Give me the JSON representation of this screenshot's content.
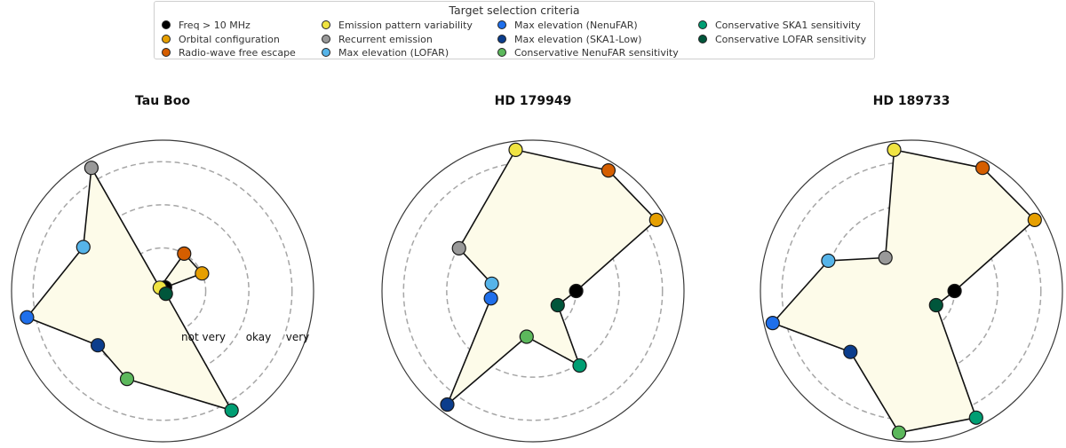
{
  "legend": {
    "title": "Target selection criteria",
    "items": [
      {
        "label": "Freq > 10 MHz",
        "color": "#000000"
      },
      {
        "label": "Orbital configuration",
        "color": "#E69F00"
      },
      {
        "label": "Radio-wave free escape",
        "color": "#D55E00"
      },
      {
        "label": "Emission pattern variability",
        "color": "#F0E442"
      },
      {
        "label": "Recurrent emission",
        "color": "#999999"
      },
      {
        "label": "Max elevation (LOFAR)",
        "color": "#56B4E9"
      },
      {
        "label": "Max elevation (NenuFAR)",
        "color": "#1F6FEB"
      },
      {
        "label": "Max elevation (SKA1-Low)",
        "color": "#0B3D8C"
      },
      {
        "label": "Conservative NenuFAR sensitivity",
        "color": "#5CB85C"
      },
      {
        "label": "Conservative SKA1 sensitivity",
        "color": "#009E73"
      },
      {
        "label": "Conservative LOFAR sensitivity",
        "color": "#00563B"
      }
    ]
  },
  "chart_data": [
    {
      "type": "radar",
      "title": "Tau Boo",
      "rticks": [
        1,
        2,
        3
      ],
      "rtick_labels": [
        "not very",
        "okay",
        "very"
      ],
      "rmax": 3.5,
      "points": [
        {
          "criterion": "Freq > 10 MHz",
          "angle_deg": 55,
          "r": 0.1
        },
        {
          "criterion": "Orbital configuration",
          "angle_deg": 24,
          "r": 1.0
        },
        {
          "criterion": "Radio-wave free escape",
          "angle_deg": 60,
          "r": 1.0
        },
        {
          "criterion": "Emission pattern variability",
          "angle_deg": 130,
          "r": 0.1
        },
        {
          "criterion": "Recurrent emission",
          "angle_deg": 120,
          "r": 3.3
        },
        {
          "criterion": "Max elevation (LOFAR)",
          "angle_deg": 151,
          "r": 2.1
        },
        {
          "criterion": "Max elevation (NenuFAR)",
          "angle_deg": 191,
          "r": 3.2
        },
        {
          "criterion": "Max elevation (SKA1-Low)",
          "angle_deg": 220,
          "r": 1.96
        },
        {
          "criterion": "Conservative NenuFAR sensitivity",
          "angle_deg": 248,
          "r": 2.2
        },
        {
          "criterion": "Conservative SKA1 sensitivity",
          "angle_deg": 300,
          "r": 3.2
        },
        {
          "criterion": "Conservative LOFAR sensitivity",
          "angle_deg": 320,
          "r": 0.1
        }
      ]
    },
    {
      "type": "radar",
      "title": "HD 179949",
      "rticks": [
        1,
        2,
        3
      ],
      "rmax": 3.5,
      "points": [
        {
          "criterion": "Freq > 10 MHz",
          "angle_deg": 0,
          "r": 1.0
        },
        {
          "criterion": "Orbital configuration",
          "angle_deg": 30,
          "r": 3.3
        },
        {
          "criterion": "Radio-wave free escape",
          "angle_deg": 58,
          "r": 3.3
        },
        {
          "criterion": "Emission pattern variability",
          "angle_deg": 97,
          "r": 3.3
        },
        {
          "criterion": "Recurrent emission",
          "angle_deg": 150,
          "r": 1.98
        },
        {
          "criterion": "Max elevation (LOFAR)",
          "angle_deg": 170,
          "r": 0.97
        },
        {
          "criterion": "Max elevation (NenuFAR)",
          "angle_deg": 190,
          "r": 0.99
        },
        {
          "criterion": "Max elevation (SKA1-Low)",
          "angle_deg": 233,
          "r": 3.3
        },
        {
          "criterion": "Conservative NenuFAR sensitivity",
          "angle_deg": 262,
          "r": 1.07
        },
        {
          "criterion": "Conservative SKA1 sensitivity",
          "angle_deg": 302,
          "r": 2.04
        },
        {
          "criterion": "Conservative LOFAR sensitivity",
          "angle_deg": 330,
          "r": 0.66
        }
      ]
    },
    {
      "type": "radar",
      "title": "HD 189733",
      "rticks": [
        1,
        2,
        3
      ],
      "rmax": 3.5,
      "points": [
        {
          "criterion": "Freq > 10 MHz",
          "angle_deg": 0,
          "r": 1.0
        },
        {
          "criterion": "Orbital configuration",
          "angle_deg": 30,
          "r": 3.3
        },
        {
          "criterion": "Radio-wave free escape",
          "angle_deg": 60,
          "r": 3.3
        },
        {
          "criterion": "Emission pattern variability",
          "angle_deg": 97,
          "r": 3.3
        },
        {
          "criterion": "Recurrent emission",
          "angle_deg": 128,
          "r": 0.98
        },
        {
          "criterion": "Max elevation (LOFAR)",
          "angle_deg": 160,
          "r": 2.05
        },
        {
          "criterion": "Max elevation (NenuFAR)",
          "angle_deg": 193,
          "r": 3.3
        },
        {
          "criterion": "Max elevation (SKA1-Low)",
          "angle_deg": 225,
          "r": 2.0
        },
        {
          "criterion": "Conservative NenuFAR sensitivity",
          "angle_deg": 265,
          "r": 3.3
        },
        {
          "criterion": "Conservative SKA1 sensitivity",
          "angle_deg": 297,
          "r": 3.3
        },
        {
          "criterion": "Conservative LOFAR sensitivity",
          "angle_deg": 330,
          "r": 0.66
        }
      ]
    }
  ]
}
